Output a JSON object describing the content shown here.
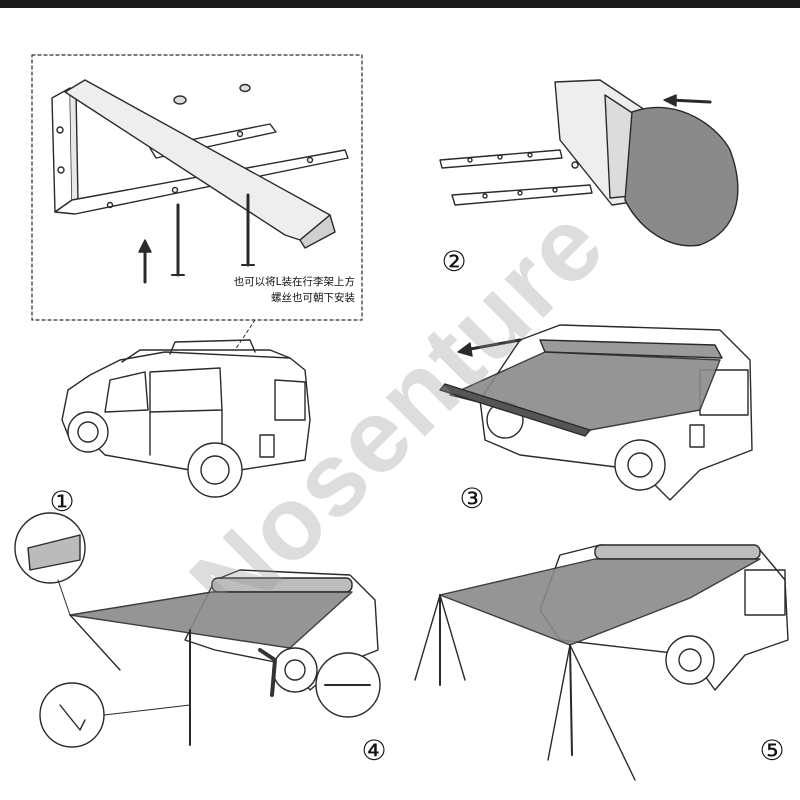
{
  "annotation": {
    "line1": "也可以将L装在行李架上方",
    "line2": "螺丝也可朝下安装"
  },
  "steps": [
    "①",
    "②",
    "③",
    "④",
    "⑤"
  ],
  "watermark": "Nosenture",
  "colors": {
    "line": "#2a2a2a",
    "awning_fabric": "#8a8a8a",
    "awning_dark": "#6e6e6e",
    "topbar": "#1a1a1a"
  }
}
